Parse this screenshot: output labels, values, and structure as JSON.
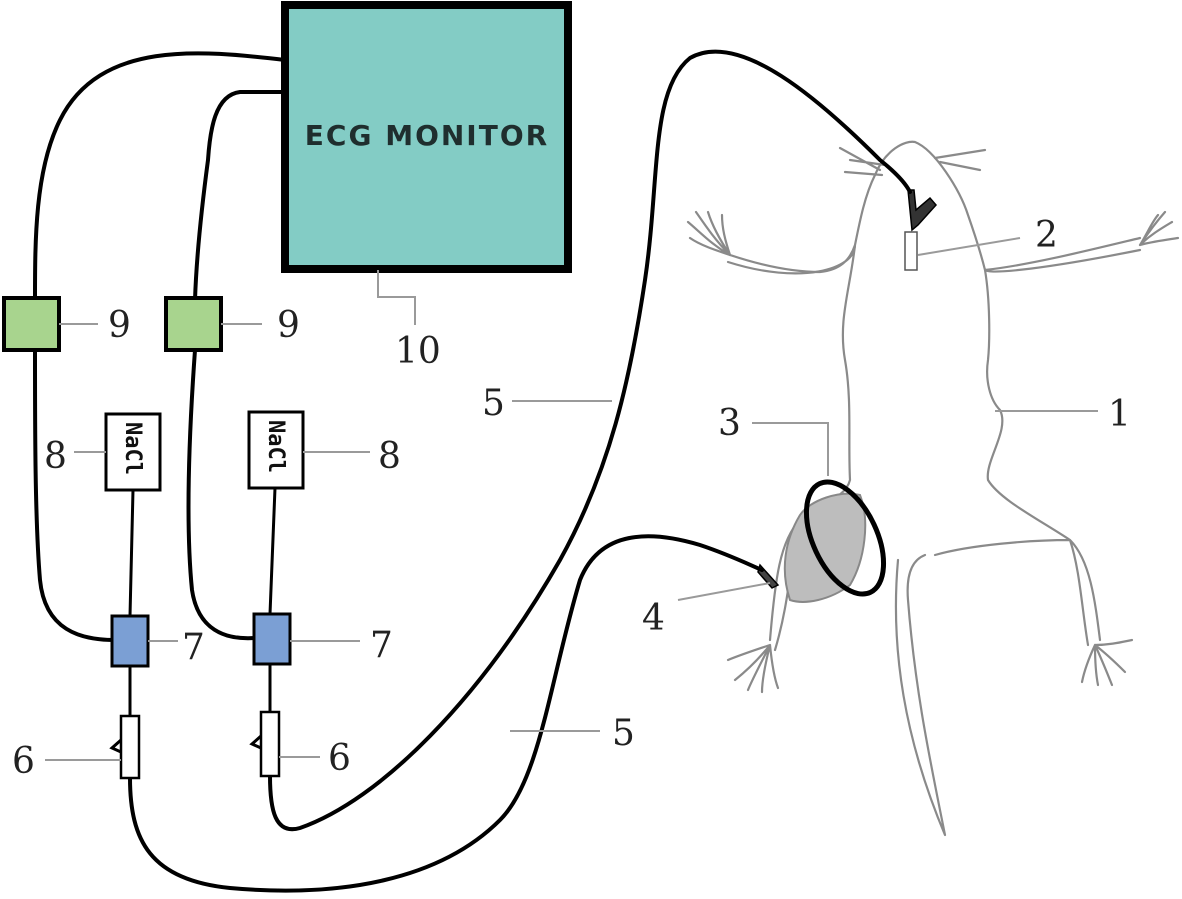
{
  "monitor": {
    "label": "ECG MONITOR",
    "color": "#83ccc5"
  },
  "filter_color": "#a8d48e",
  "connector_color": "#7b9fd4",
  "bag_label": "NaCl",
  "callouts": {
    "n1": "1",
    "n2": "2",
    "n3": "3",
    "n4": "4",
    "n5a": "5",
    "n5b": "5",
    "n6a": "6",
    "n6b": "6",
    "n7a": "7",
    "n7b": "7",
    "n8a": "8",
    "n8b": "8",
    "n9a": "9",
    "n9b": "9",
    "n10": "10"
  }
}
